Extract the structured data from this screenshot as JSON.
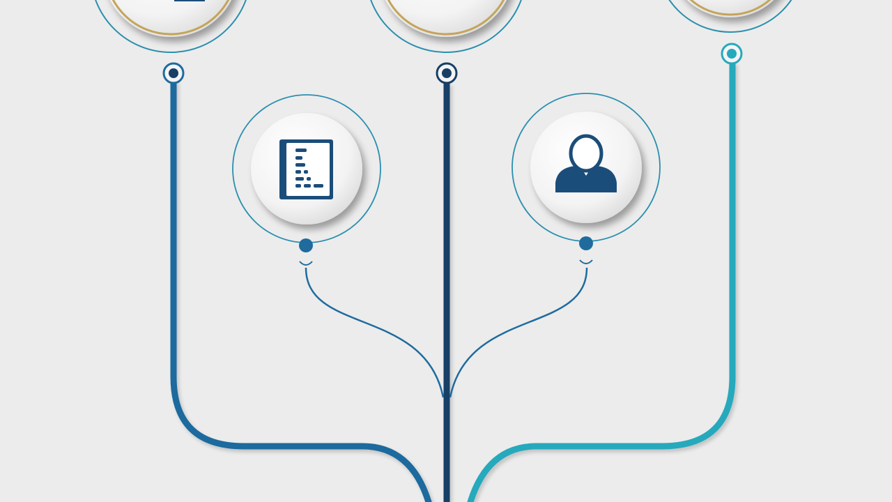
{
  "diagram": {
    "background": "#ececec",
    "colors": {
      "navy": "#1a4f7e",
      "blue": "#1f6b9e",
      "teal": "#23a9bd",
      "ring_outline": "#2a8fae",
      "gold": "#c4a45a",
      "disc": "#f7f7f7",
      "icon": "#1b4d7a"
    },
    "top_nodes": [
      {
        "name": "top-node-left",
        "color": "blue"
      },
      {
        "name": "top-node-center",
        "color": "navy"
      },
      {
        "name": "top-node-right",
        "color": "teal"
      }
    ],
    "icon_nodes": [
      {
        "name": "icon-node-document",
        "icon": "document-icon"
      },
      {
        "name": "icon-node-person",
        "icon": "person-icon"
      }
    ]
  }
}
